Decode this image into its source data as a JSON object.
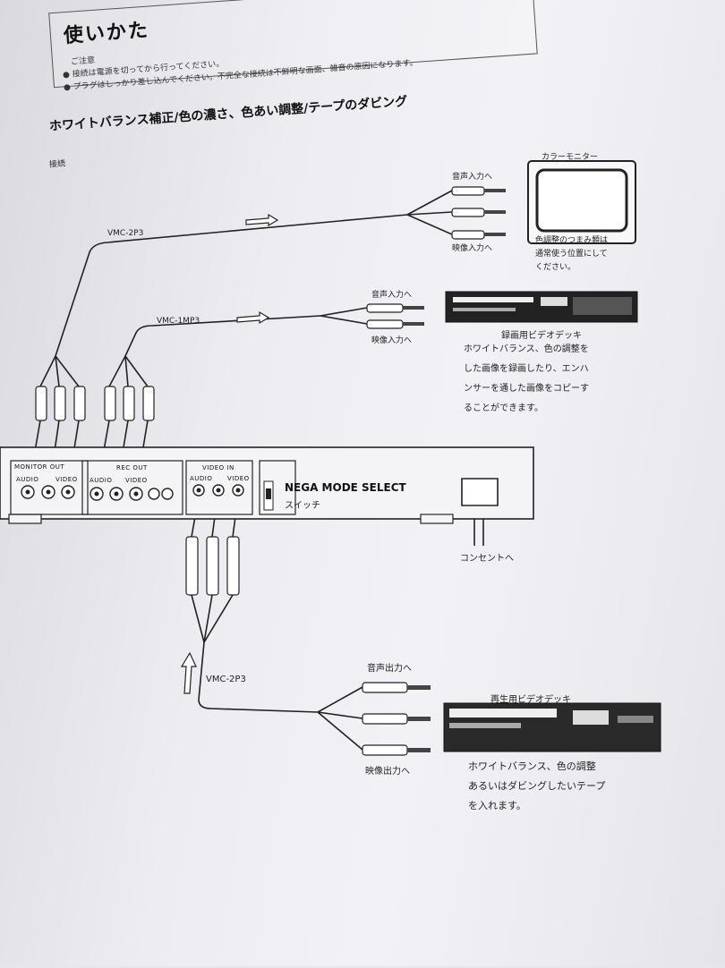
{
  "header": {
    "title": "使いかた",
    "notice_heading": "ご注意",
    "notices": [
      "● 接続は電源を切ってから行ってください。",
      "● プラグはしっかり差し込んでください。不完全な接続は不鮮明な画面、雑音の原因になります。"
    ]
  },
  "section": {
    "title": "ホワイトバランス補正/色の濃さ、色あい調整/テープのダビング",
    "connection_label": "接続"
  },
  "cables": {
    "top": "VMC-2P3",
    "middle": "VMC-1MP3",
    "bottom": "VMC-2P3"
  },
  "monitor": {
    "title": "カラーモニター",
    "audio_in": "音声入力へ",
    "video_in": "映像入力へ",
    "note": [
      "色調整のつまみ類は",
      "通常使う位置にして",
      "ください。"
    ]
  },
  "recorder": {
    "audio_in": "音声入力へ",
    "video_in": "映像入力へ",
    "title": "録画用ビデオデッキ",
    "note": [
      "ホワイトバランス、色の調整を",
      "した画像を録画したり、エンハ",
      "ンサーを通した画像をコピーす",
      "ることができます。"
    ]
  },
  "panel": {
    "monitor_out": "MONITOR OUT",
    "rec_out": "REC OUT",
    "video_in": "VIDEO IN",
    "audio": "AUDIO",
    "video": "VIDEO",
    "nega_mode": "NEGA MODE SELECT",
    "switch": "スイッチ",
    "outlet": "コンセントへ"
  },
  "player": {
    "audio_out": "音声出力へ",
    "video_out": "映像出力へ",
    "title": "再生用ビデオデッキ",
    "note": [
      "ホワイトバランス、色の調整",
      "あるいはダビングしたいテープ",
      "を入れます。"
    ]
  }
}
